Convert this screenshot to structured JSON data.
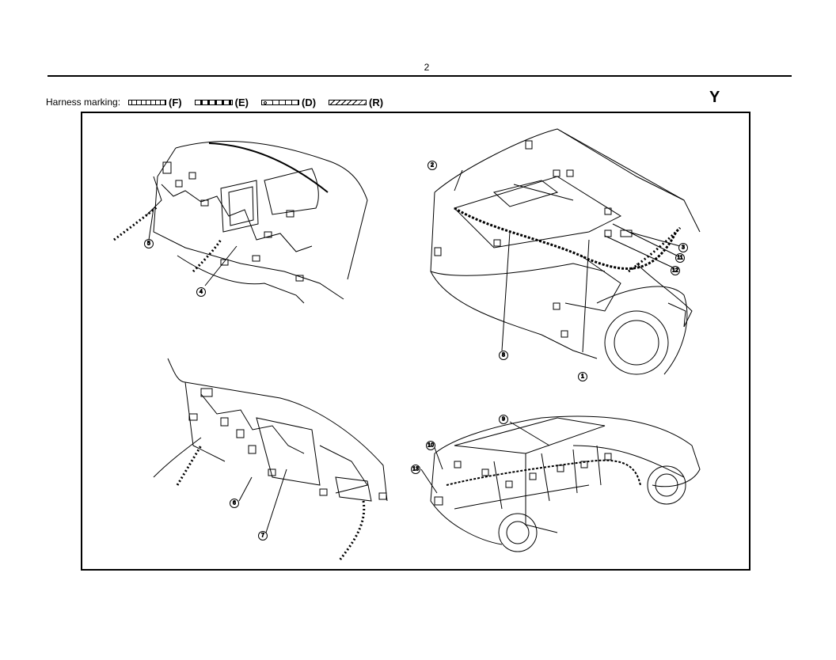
{
  "page": {
    "number": "2",
    "sheet_letter": "Y"
  },
  "legend": {
    "title": "Harness marking:",
    "items": [
      {
        "code": "(F)",
        "pattern": "dashed-dotted"
      },
      {
        "code": "(E)",
        "pattern": "diamond"
      },
      {
        "code": "(D)",
        "pattern": "circles"
      },
      {
        "code": "(R)",
        "pattern": "hatched"
      }
    ]
  },
  "callouts": [
    "1",
    "2",
    "3",
    "4",
    "5",
    "6",
    "7",
    "8",
    "9",
    "10",
    "11",
    "12",
    "13"
  ],
  "colors": {
    "ink": "#000000",
    "paper": "#ffffff"
  }
}
